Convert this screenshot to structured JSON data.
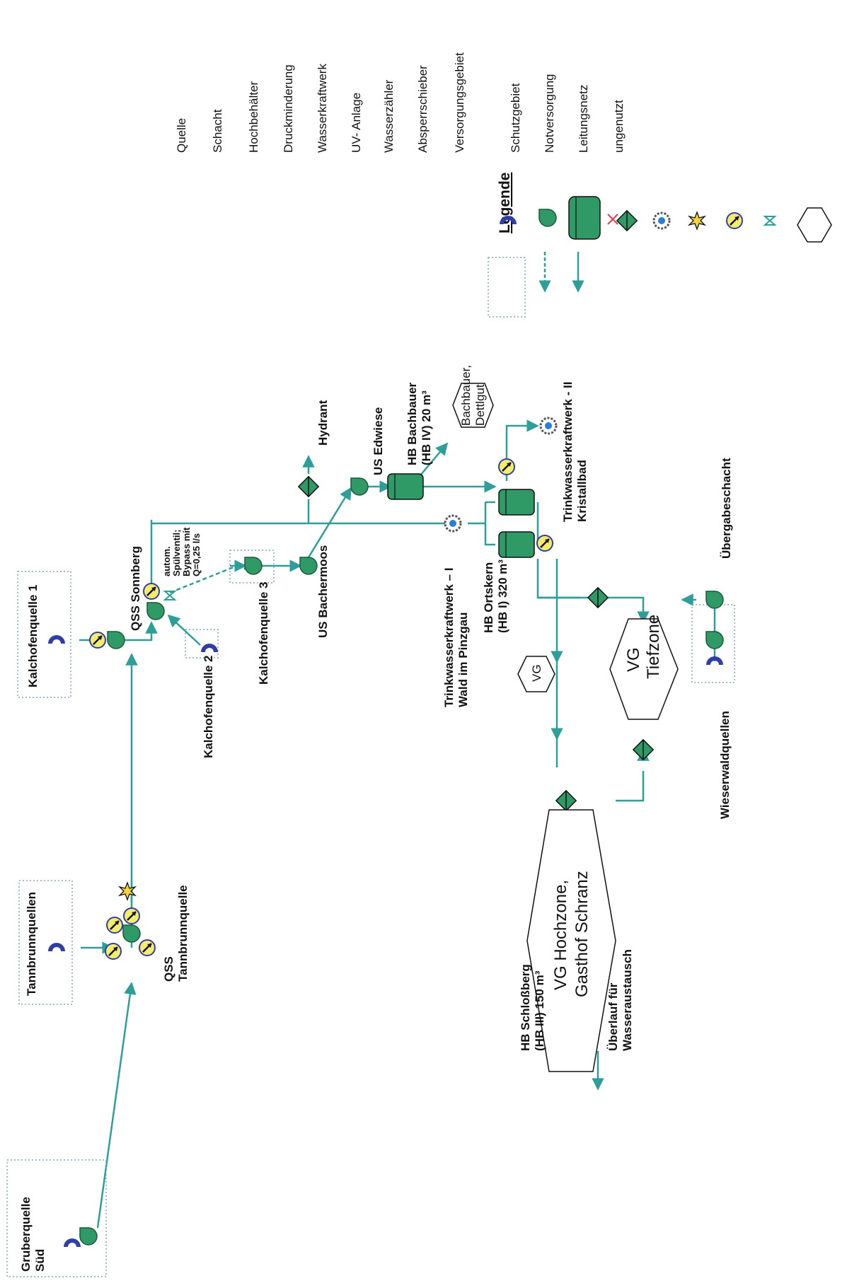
{
  "colors": {
    "teal": "#2e9e98",
    "green": "#2f9a66",
    "blue": "#2f3fa6",
    "yellow": "#f5ec6e",
    "red": "#e0414a",
    "dotted": "#7fa6cf"
  },
  "legend": {
    "title": "Legende",
    "items": [
      {
        "icon": "source-icon",
        "label": "Quelle"
      },
      {
        "icon": "shaft-icon",
        "label": "Schacht"
      },
      {
        "icon": "tank-icon",
        "label": "Hochbehälter"
      },
      {
        "icon": "pressure-reducer-icon",
        "label": "Druckminderung"
      },
      {
        "icon": "hydro-plant-icon",
        "label": "Wasserkraftwerk"
      },
      {
        "icon": "uv-icon",
        "label": "UV- Anlage"
      },
      {
        "icon": "water-meter-icon",
        "label": "Wasserzähler"
      },
      {
        "icon": "shutoff-valve-icon",
        "label": "Absperrschieber"
      },
      {
        "icon": "supply-area-icon",
        "label": "Versorgungsgebiet"
      },
      {
        "icon": "protection-zone-icon",
        "label": "Schutzgebiet"
      },
      {
        "icon": "emergency-supply-icon",
        "label": "Notversorgung"
      },
      {
        "icon": "pipe-network-icon",
        "label": "Leitungsnetz"
      },
      {
        "icon": "unused-icon",
        "label": "ungenutzt"
      }
    ]
  },
  "nodes": {
    "gruberquelle": [
      "Gruberquelle",
      "Süd"
    ],
    "tannbrunnquellen": "Tannbrunnquellen",
    "kalchofen1": "Kalchofenquelle 1",
    "qss_tannbrunn": [
      "QSS",
      "Tannbrunnquelle"
    ],
    "qss_sonnberg": "QSS Sonnberg",
    "spuelventil": [
      "autom.",
      "Spülventil;",
      "Bypass mit",
      "Q=0,25 l/s"
    ],
    "kalchofen2": "Kalchofenquelle 2",
    "kalchofen3": "Kalchofenquelle 3",
    "us_bachermoos": "US Bachermoos",
    "hydrant": "Hydrant",
    "us_edwiese": "US Edwiese",
    "hb_bachbauer": [
      "HB Bachbauer",
      "(HB IV) 20 m³"
    ],
    "vg_bachbauer": [
      "Bachbauer,",
      "Dettlgut"
    ],
    "kraftwerk1": [
      "Trinkwasserkraftwerk – I",
      "Wald im Pinzgau"
    ],
    "kraftwerk2": [
      "Trinkwasserkraftwerk - II",
      "Kristallbad"
    ],
    "hb_ortskern": [
      "HB Ortskern",
      "(HB I) 320 m³"
    ],
    "vg_small": "VG",
    "vg_tiefzone": [
      "VG",
      "Tiefzone"
    ],
    "vg_hochzone": [
      "VG Hochzone,",
      "Gasthof Schranz"
    ],
    "uebergabeschacht": "Übergabeschacht",
    "wieserwaldquellen": "Wieserwaldquellen",
    "hb_schlossberg": [
      "HB Schloßberg",
      "(HB III) 150 m³"
    ],
    "ueberlauf": [
      "Überlauf für",
      "Wasseraustausch"
    ]
  }
}
